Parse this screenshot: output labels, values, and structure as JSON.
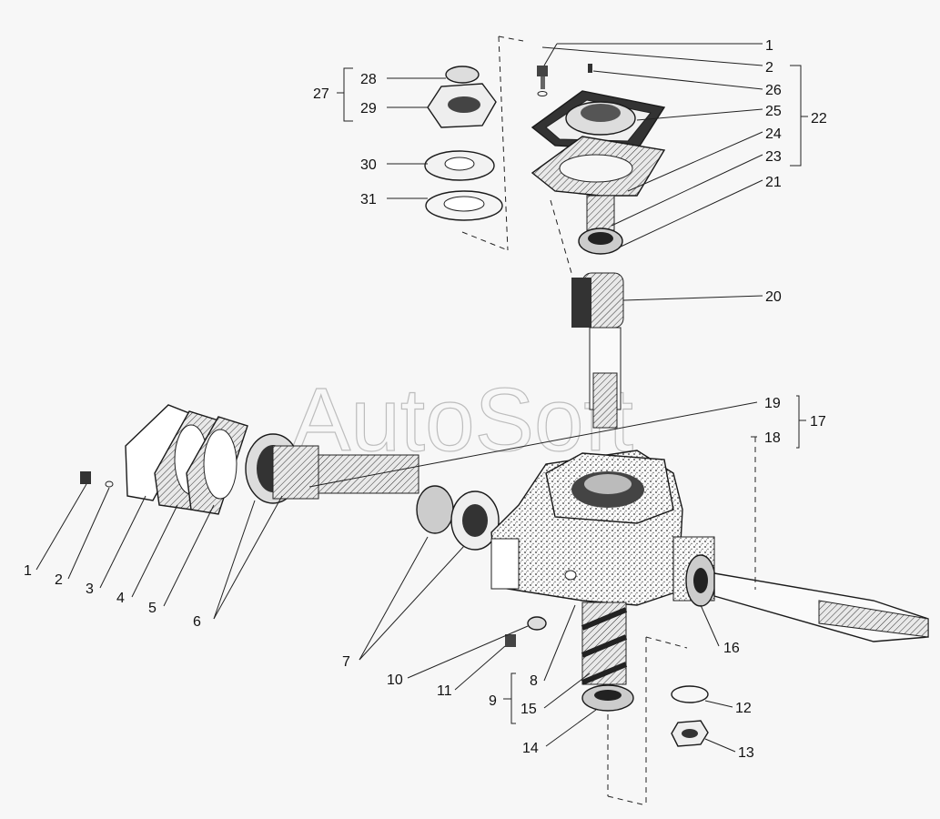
{
  "watermark": "AutoSoft",
  "callouts": [
    {
      "label": "1"
    },
    {
      "label": "2"
    },
    {
      "label": "26"
    },
    {
      "label": "25"
    },
    {
      "label": "22"
    },
    {
      "label": "24"
    },
    {
      "label": "23"
    },
    {
      "label": "21"
    },
    {
      "label": "20"
    },
    {
      "label": "27"
    },
    {
      "label": "28"
    },
    {
      "label": "29"
    },
    {
      "label": "30"
    },
    {
      "label": "31"
    },
    {
      "label": "19"
    },
    {
      "label": "17"
    },
    {
      "label": "18"
    },
    {
      "label": "1"
    },
    {
      "label": "2"
    },
    {
      "label": "3"
    },
    {
      "label": "4"
    },
    {
      "label": "5"
    },
    {
      "label": "6"
    },
    {
      "label": "7"
    },
    {
      "label": "10"
    },
    {
      "label": "11"
    },
    {
      "label": "8"
    },
    {
      "label": "9"
    },
    {
      "label": "15"
    },
    {
      "label": "14"
    },
    {
      "label": "16"
    },
    {
      "label": "12"
    },
    {
      "label": "13"
    }
  ]
}
